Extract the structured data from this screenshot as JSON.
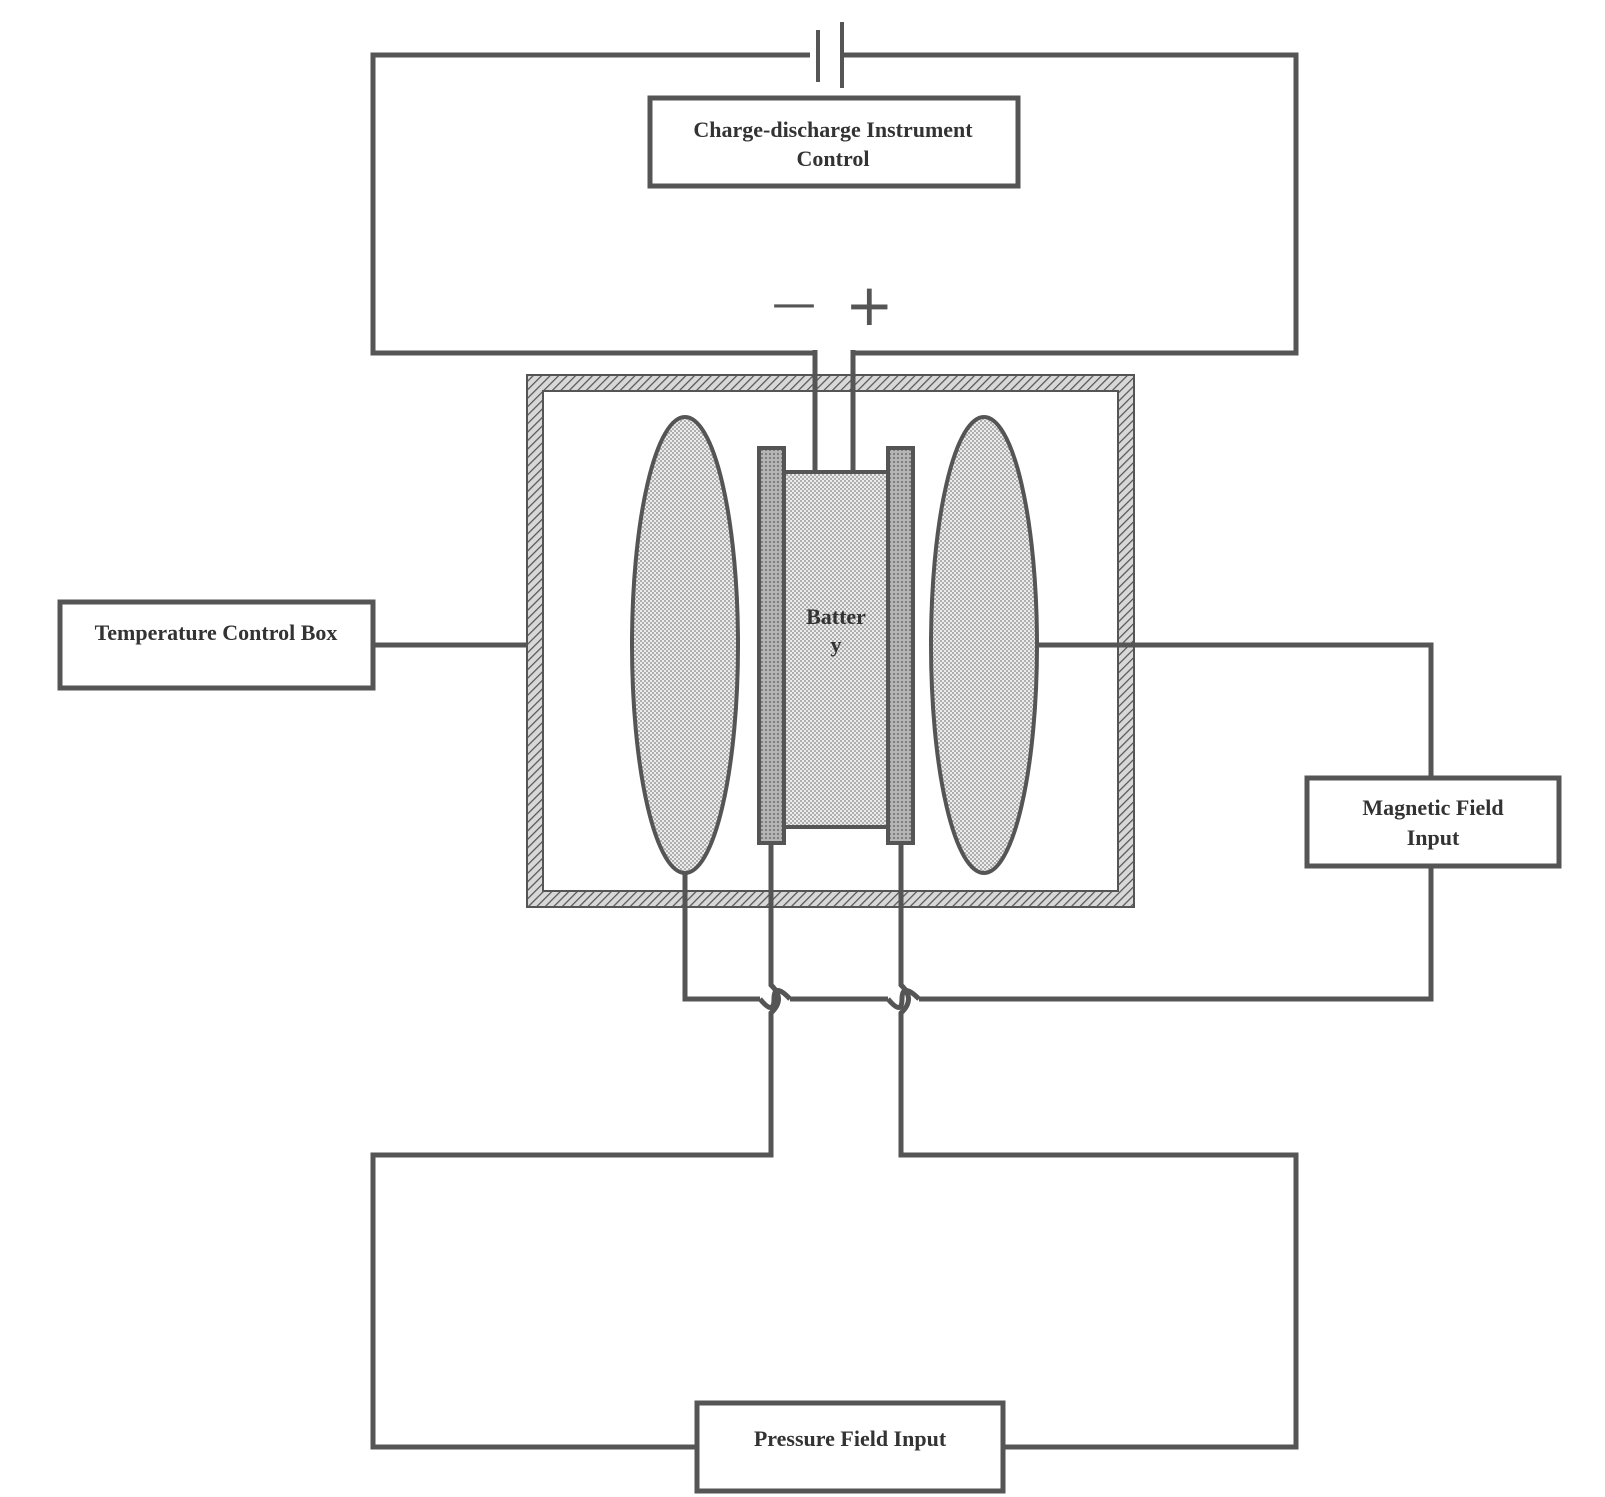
{
  "labels": {
    "charge_line1": "Charge-discharge Instrument",
    "charge_line2": "Control",
    "temperature": "Temperature Control Box",
    "magnetic_line1": "Magnetic Field",
    "magnetic_line2": "Input",
    "pressure": "Pressure Field Input",
    "battery_line1": "Batter",
    "battery_line2": "y"
  },
  "polarity": {
    "negative": "—",
    "positive": "+"
  },
  "colors": {
    "stroke": "#555555",
    "fill_pattern": "#bdbdbd",
    "plate": "#9a9a9a"
  }
}
